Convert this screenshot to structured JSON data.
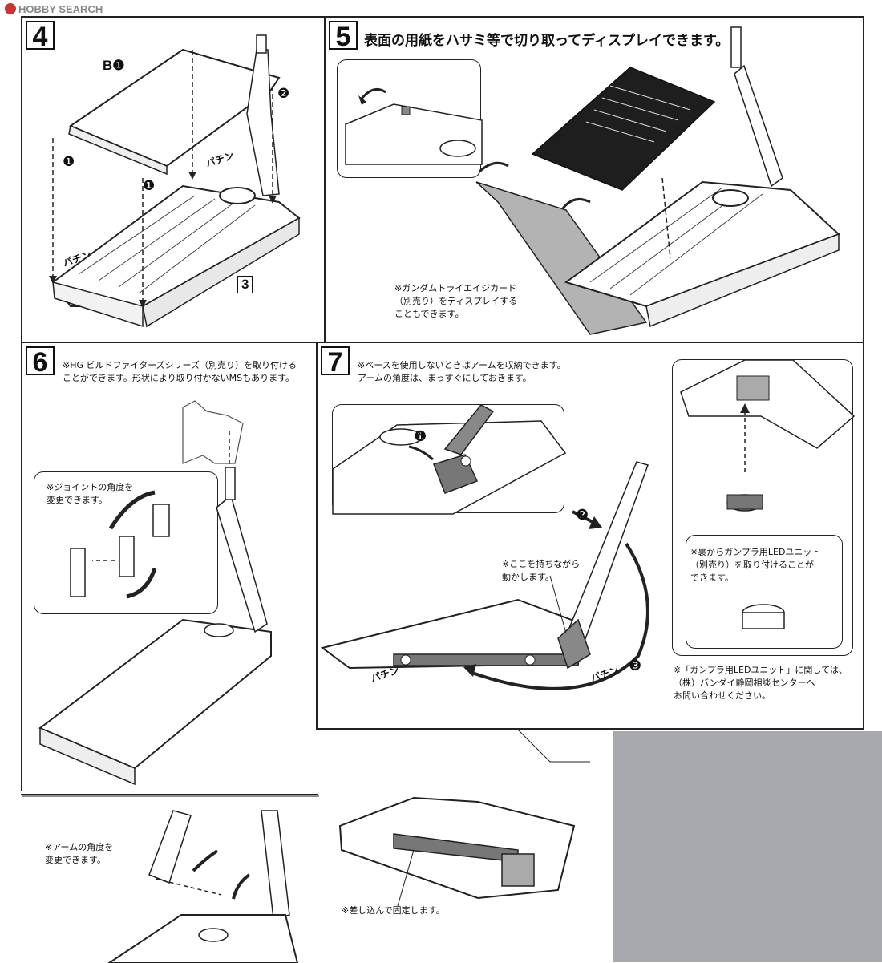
{
  "watermark": {
    "brand": "HOBBY SEARCH"
  },
  "step4": {
    "number": "4",
    "part_b": "B❶",
    "part_3": "3",
    "click": "パチン"
  },
  "step5": {
    "number": "5",
    "title": "表面の用紙をハサミ等で切り取ってディスプレイできます。",
    "note": "※ガンダムトライエイジカード\n（別売り）をディスプレイする\nこともできます。"
  },
  "step6": {
    "number": "6",
    "note_top": "※HG ビルドファイターズシリーズ（別売り）を取り付ける\nことができます。形状により取り付かないMSもあります。",
    "joint_note": "※ジョイントの角度を\n変更できます。",
    "arm_note": "※アームの角度を\n変更できます。"
  },
  "step7": {
    "number": "7",
    "note_top": "※ベースを使用しないときはアームを収納できます。\nアームの角度は、まっすぐにしておきます。",
    "hold_note": "※ここを持ちながら\n動かします。",
    "insert_note": "※差し込んで固定します。",
    "click": "パチン",
    "led_note": "※裏からガンプラ用LEDユニット\n（別売り）を取り付けることが\nできます。",
    "contact_note": "※「ガンプラ用LEDユニット」に関しては、\n（株）バンダイ静岡相談センターへ\nお問い合わせください。"
  },
  "circle_numbers": [
    "❶",
    "❷",
    "❸"
  ]
}
